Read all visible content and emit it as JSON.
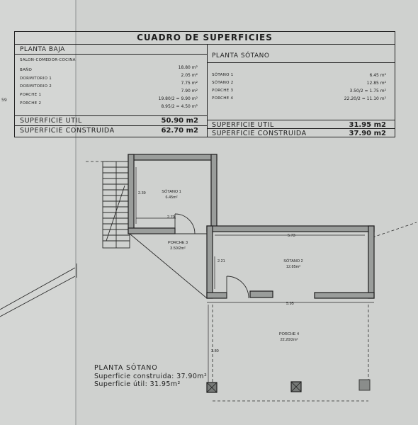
{
  "margin_mark": "59",
  "table": {
    "title": "CUADRO DE SUPERFICIES",
    "left": {
      "heading": "PLANTA BAJA",
      "rows": [
        {
          "label": "SALON-COMEDOR-COCINA",
          "value": ""
        },
        {
          "label": "BAÑO",
          "value": "18.80 m²"
        },
        {
          "label": "DORMITORIO 1",
          "value": "2.05 m²"
        },
        {
          "label": "DORMITORIO 2",
          "value": "7.75 m²"
        },
        {
          "label": "",
          "value": "7.90 m²"
        },
        {
          "label": "PORCHE 1",
          "value": "19.80/2 = 9.90 m²"
        },
        {
          "label": "PORCHE 2",
          "value": "8.95/2 = 4.50 m²"
        }
      ],
      "util_label": "SUPERFICIE UTIL",
      "util_value": "50.90 m2",
      "construida_label": "SUPERFICIE CONSTRUIDA",
      "construida_value": "62.70 m2"
    },
    "right": {
      "heading": "PLANTA SÓTANO",
      "rows": [
        {
          "label": "SÓTANO 1",
          "value": "6.45 m²"
        },
        {
          "label": "SÓTANO 2",
          "value": "12.85 m²"
        },
        {
          "label": "PORCHE 3",
          "value": "3.50/2 = 1.75 m²"
        },
        {
          "label": "PORCHE 4",
          "value": "22.20/2 = 11.10 m²"
        }
      ],
      "util_label": "SUPERFICIE UTIL",
      "util_value": "31.95 m2",
      "construida_label": "SUPERFICIE CONSTRUIDA",
      "construida_value": "37.90 m2"
    }
  },
  "plan": {
    "rooms": {
      "sotano1_name": "SÓTANO 1",
      "sotano1_area": "6.45m²",
      "sotano2_name": "SÓTANO 2",
      "sotano2_area": "12.85m²",
      "porche3_name": "PORCHE 3",
      "porche3_area": "3.50/2m²",
      "porche4_name": "PORCHE 4",
      "porche4_area": "22.20/2m²"
    },
    "dims": {
      "d_239": "2.39",
      "d_270": "2.70",
      "d_573": "5.73",
      "d_221": "2.21",
      "d_595": "5.95",
      "d_380": "3.80"
    },
    "label": {
      "title": "PLANTA SÓTANO",
      "line1": "Superficie construida: 37.90m²",
      "line2": "Superficie útil: 31.95m²"
    }
  },
  "colors": {
    "paper": "#cfd1cf",
    "ink": "#1f1f1f",
    "wall_fill": "#9a9d9b"
  }
}
